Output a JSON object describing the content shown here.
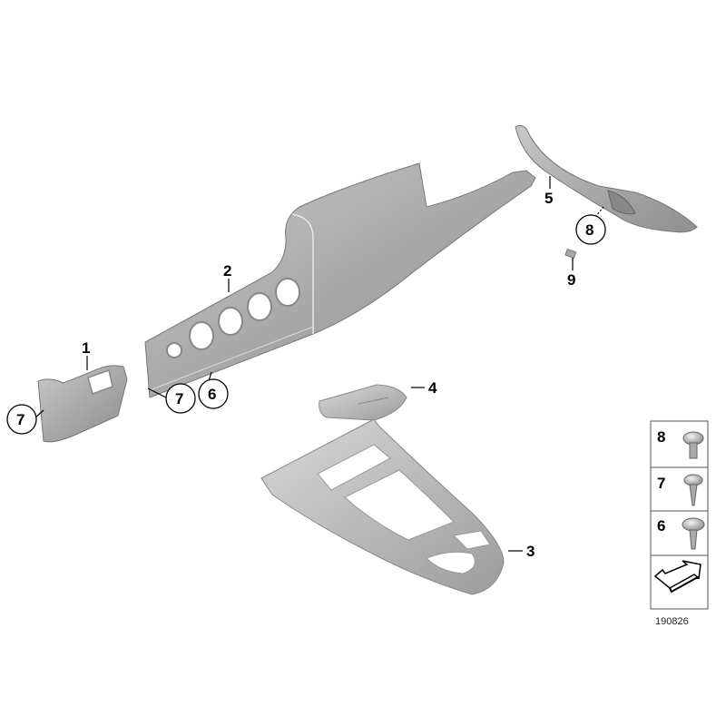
{
  "diagram": {
    "type": "exploded parts diagram",
    "reference_number": "190826",
    "parts": [
      {
        "id": "1",
        "label": "1",
        "name": "small-trim-piece-left"
      },
      {
        "id": "2",
        "label": "2",
        "name": "dashboard-trim-strip-with-vents"
      },
      {
        "id": "3",
        "label": "3",
        "name": "center-console-trim-frame"
      },
      {
        "id": "4",
        "label": "4",
        "name": "cover-panel"
      },
      {
        "id": "5",
        "label": "5",
        "name": "door-trim-strip-right"
      },
      {
        "id": "6",
        "label": "6",
        "name": "screw-callout"
      },
      {
        "id": "7",
        "label": "7",
        "name": "screw-callout"
      },
      {
        "id": "8",
        "label": "8",
        "name": "screw-callout"
      },
      {
        "id": "9",
        "label": "9",
        "name": "clip"
      }
    ],
    "callouts": {
      "c1": "1",
      "c2": "2",
      "c3": "3",
      "c4": "4",
      "c5": "5",
      "c6": "6",
      "c7a": "7",
      "c7b": "7",
      "c8": "8",
      "c9": "9"
    },
    "legend": [
      {
        "label": "8",
        "item": "screw-wide-flange-short"
      },
      {
        "label": "7",
        "item": "screw-pointed-tapping"
      },
      {
        "label": "6",
        "item": "screw-wide-flange-tapping"
      },
      {
        "label": "",
        "item": "orientation-arrow"
      }
    ]
  }
}
